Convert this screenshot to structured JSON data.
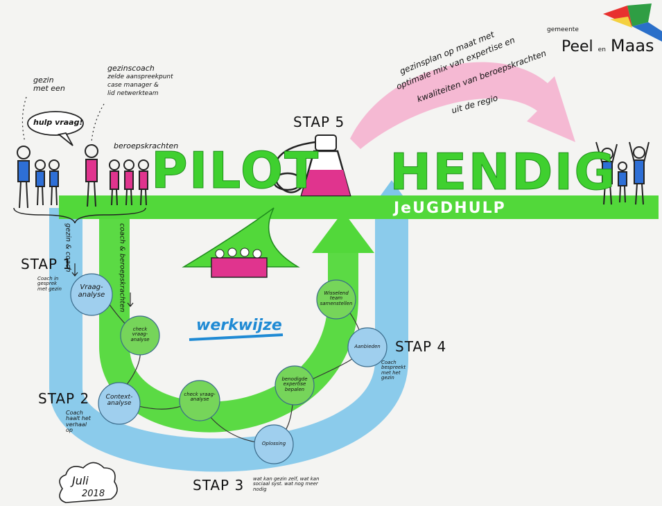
{
  "colors": {
    "background": "#f4f4f2",
    "green": "#52d83a",
    "blue": "#7fc6ea",
    "pink": "#f5a6c8",
    "magenta": "#e0348e"
  },
  "municipality": {
    "prefix": "gemeente",
    "name_a": "Peel",
    "name_and": "en",
    "name_b": "Maas"
  },
  "quote_family": "gezin met een",
  "speech_bubble": "hulp vraag!",
  "gezinscoach": {
    "title": "gezinscoach",
    "lines": [
      "zelde aanspreekpunt",
      "case manager &",
      "lid netwerkteam"
    ]
  },
  "beroepskrachten": "beroepskrachten",
  "title": {
    "word1": "PILOT",
    "word2": "HENDIG",
    "subtitle": "JeUGDHULP"
  },
  "stap5": {
    "label": "STAP 5",
    "arrow_text": [
      "gezinsplan op maat met",
      "optimale mix van expertise en",
      "kwaliteiten van beroepskrachten",
      "uit de regio"
    ]
  },
  "left_track": [
    "gezin & coach",
    "coach & beroepskrachten"
  ],
  "stap1": {
    "label": "STAP 1",
    "note": "Coach in gesprek met gezin"
  },
  "stap2": {
    "label": "STAP 2",
    "note": "Coach haalt het verhaal op"
  },
  "stap3": {
    "label": "STAP 3",
    "note": "wat kan gezin zelf, wat kan sociaal syst. wat nog meer nodig"
  },
  "stap4": {
    "label": "STAP 4",
    "note": "Coach bespreekt met het gezin"
  },
  "center_label": "werkwijze",
  "nodes": {
    "vraaganalyse": "Vraag-analyse",
    "check1": "check vraag-analyse",
    "context": "Context-analyse",
    "check2": "check vraag-analyse",
    "oplossing": "Oplossing",
    "benodigde": "benodigde expertise bepalen",
    "aanbieden": "Aanbieden",
    "wisselend": "Wisselend team samenstellen"
  },
  "date_cloud": [
    "Juli",
    "2018"
  ]
}
